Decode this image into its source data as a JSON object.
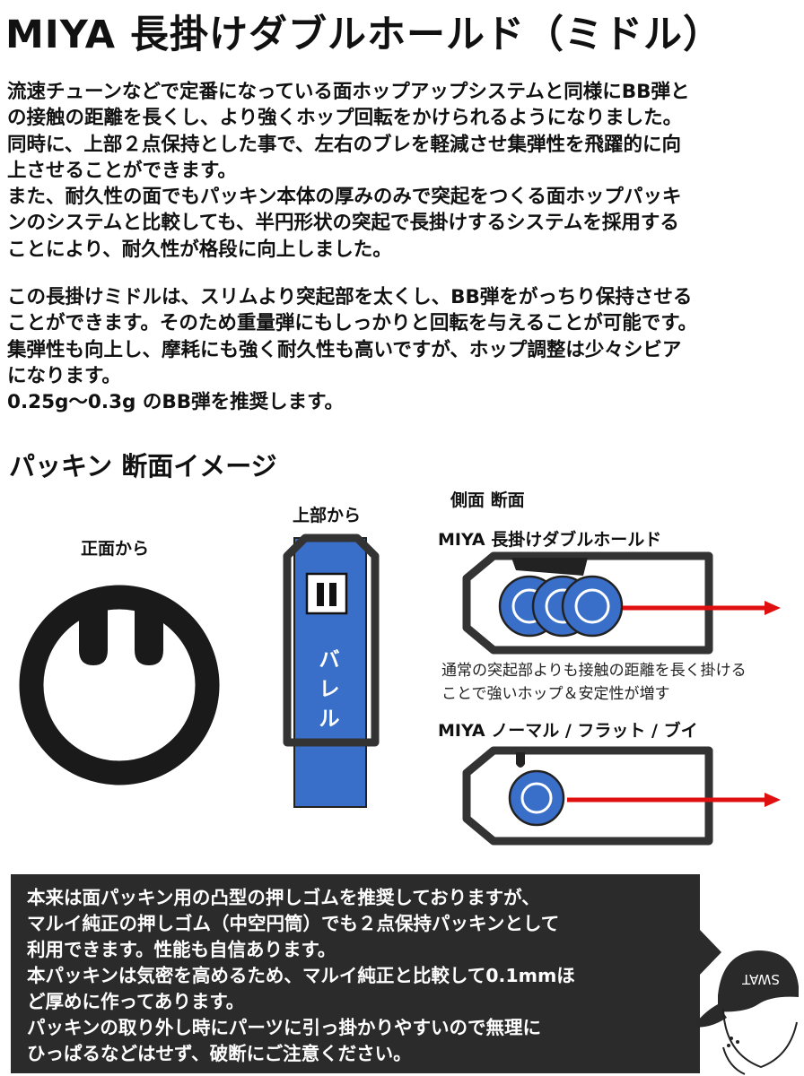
{
  "title": "MIYA 長掛けダブルホールド（ミドル）",
  "paragraph1": [
    "流速チューンなどで定番になっている面ホップアップシステムと同様にBB弾と",
    "の接触の距離を長くし、より強くホップ回転をかけられるようになりました。",
    "同時に、上部２点保持とした事で、左右のブレを軽減させ集弾性を飛躍的に向",
    "上させることができます。",
    "また、耐久性の面でもパッキン本体の厚みのみで突起をつくる面ホップパッキ",
    "ンのシステムと比較しても、半円形状の突起で長掛けするシステムを採用する",
    "ことにより、耐久性が格段に向上しました。"
  ],
  "paragraph2": [
    "この長掛けミドルは、スリムより突起部を太くし、BB弾をがっちり保持させる",
    "ことができます。そのため重量弾にもしっかりと回転を与えることが可能です。",
    "集弾性も向上し、摩耗にも強く耐久性も高いですが、ホップ調整は少々シビア",
    "になります。",
    "0.25g～0.3g のBB弾を推奨します。"
  ],
  "section_title": "パッキン 断面イメージ",
  "labels": {
    "front_view": "正面から",
    "top_view": "上部から",
    "side_section": "側面 断面",
    "miya_long": "MIYA 長掛けダブルホールド",
    "miya_normal": "MIYA ノーマル / フラット / ブイ"
  },
  "barrel_chars": [
    "バ",
    "レ",
    "ル"
  ],
  "caption": [
    "通常の突起部よりも接触の距離を長く掛ける",
    "ことで強いホップ＆安定性が増す"
  ],
  "note": [
    "本来は面パッキン用の凸型の押しゴムを推奨しておりますが、",
    "マルイ純正の押しゴム（中空円筒）でも２点保持パッキンとして",
    "利用できます。性能も自信あります。",
    "本パッキンは気密を高めるため、マルイ純正と比較して0.1mmほ",
    "ど厚めに作ってあります。",
    "パッキンの取り外し時にパーツに引っ掛かりやすいので無理に",
    "ひっぱるなどはせず、破断にご注意ください。"
  ],
  "cap_logo": "SWAT",
  "colors": {
    "barrel_blue": "#3a6fc9",
    "arrow_red": "#e01010",
    "note_bg": "#2b2b2b",
    "packing_black": "#1a1a1a",
    "frame_gray": "#333333"
  },
  "icons": [
    "bb-rotation-icon",
    "red-arrow-icon",
    "swat-character-icon"
  ]
}
